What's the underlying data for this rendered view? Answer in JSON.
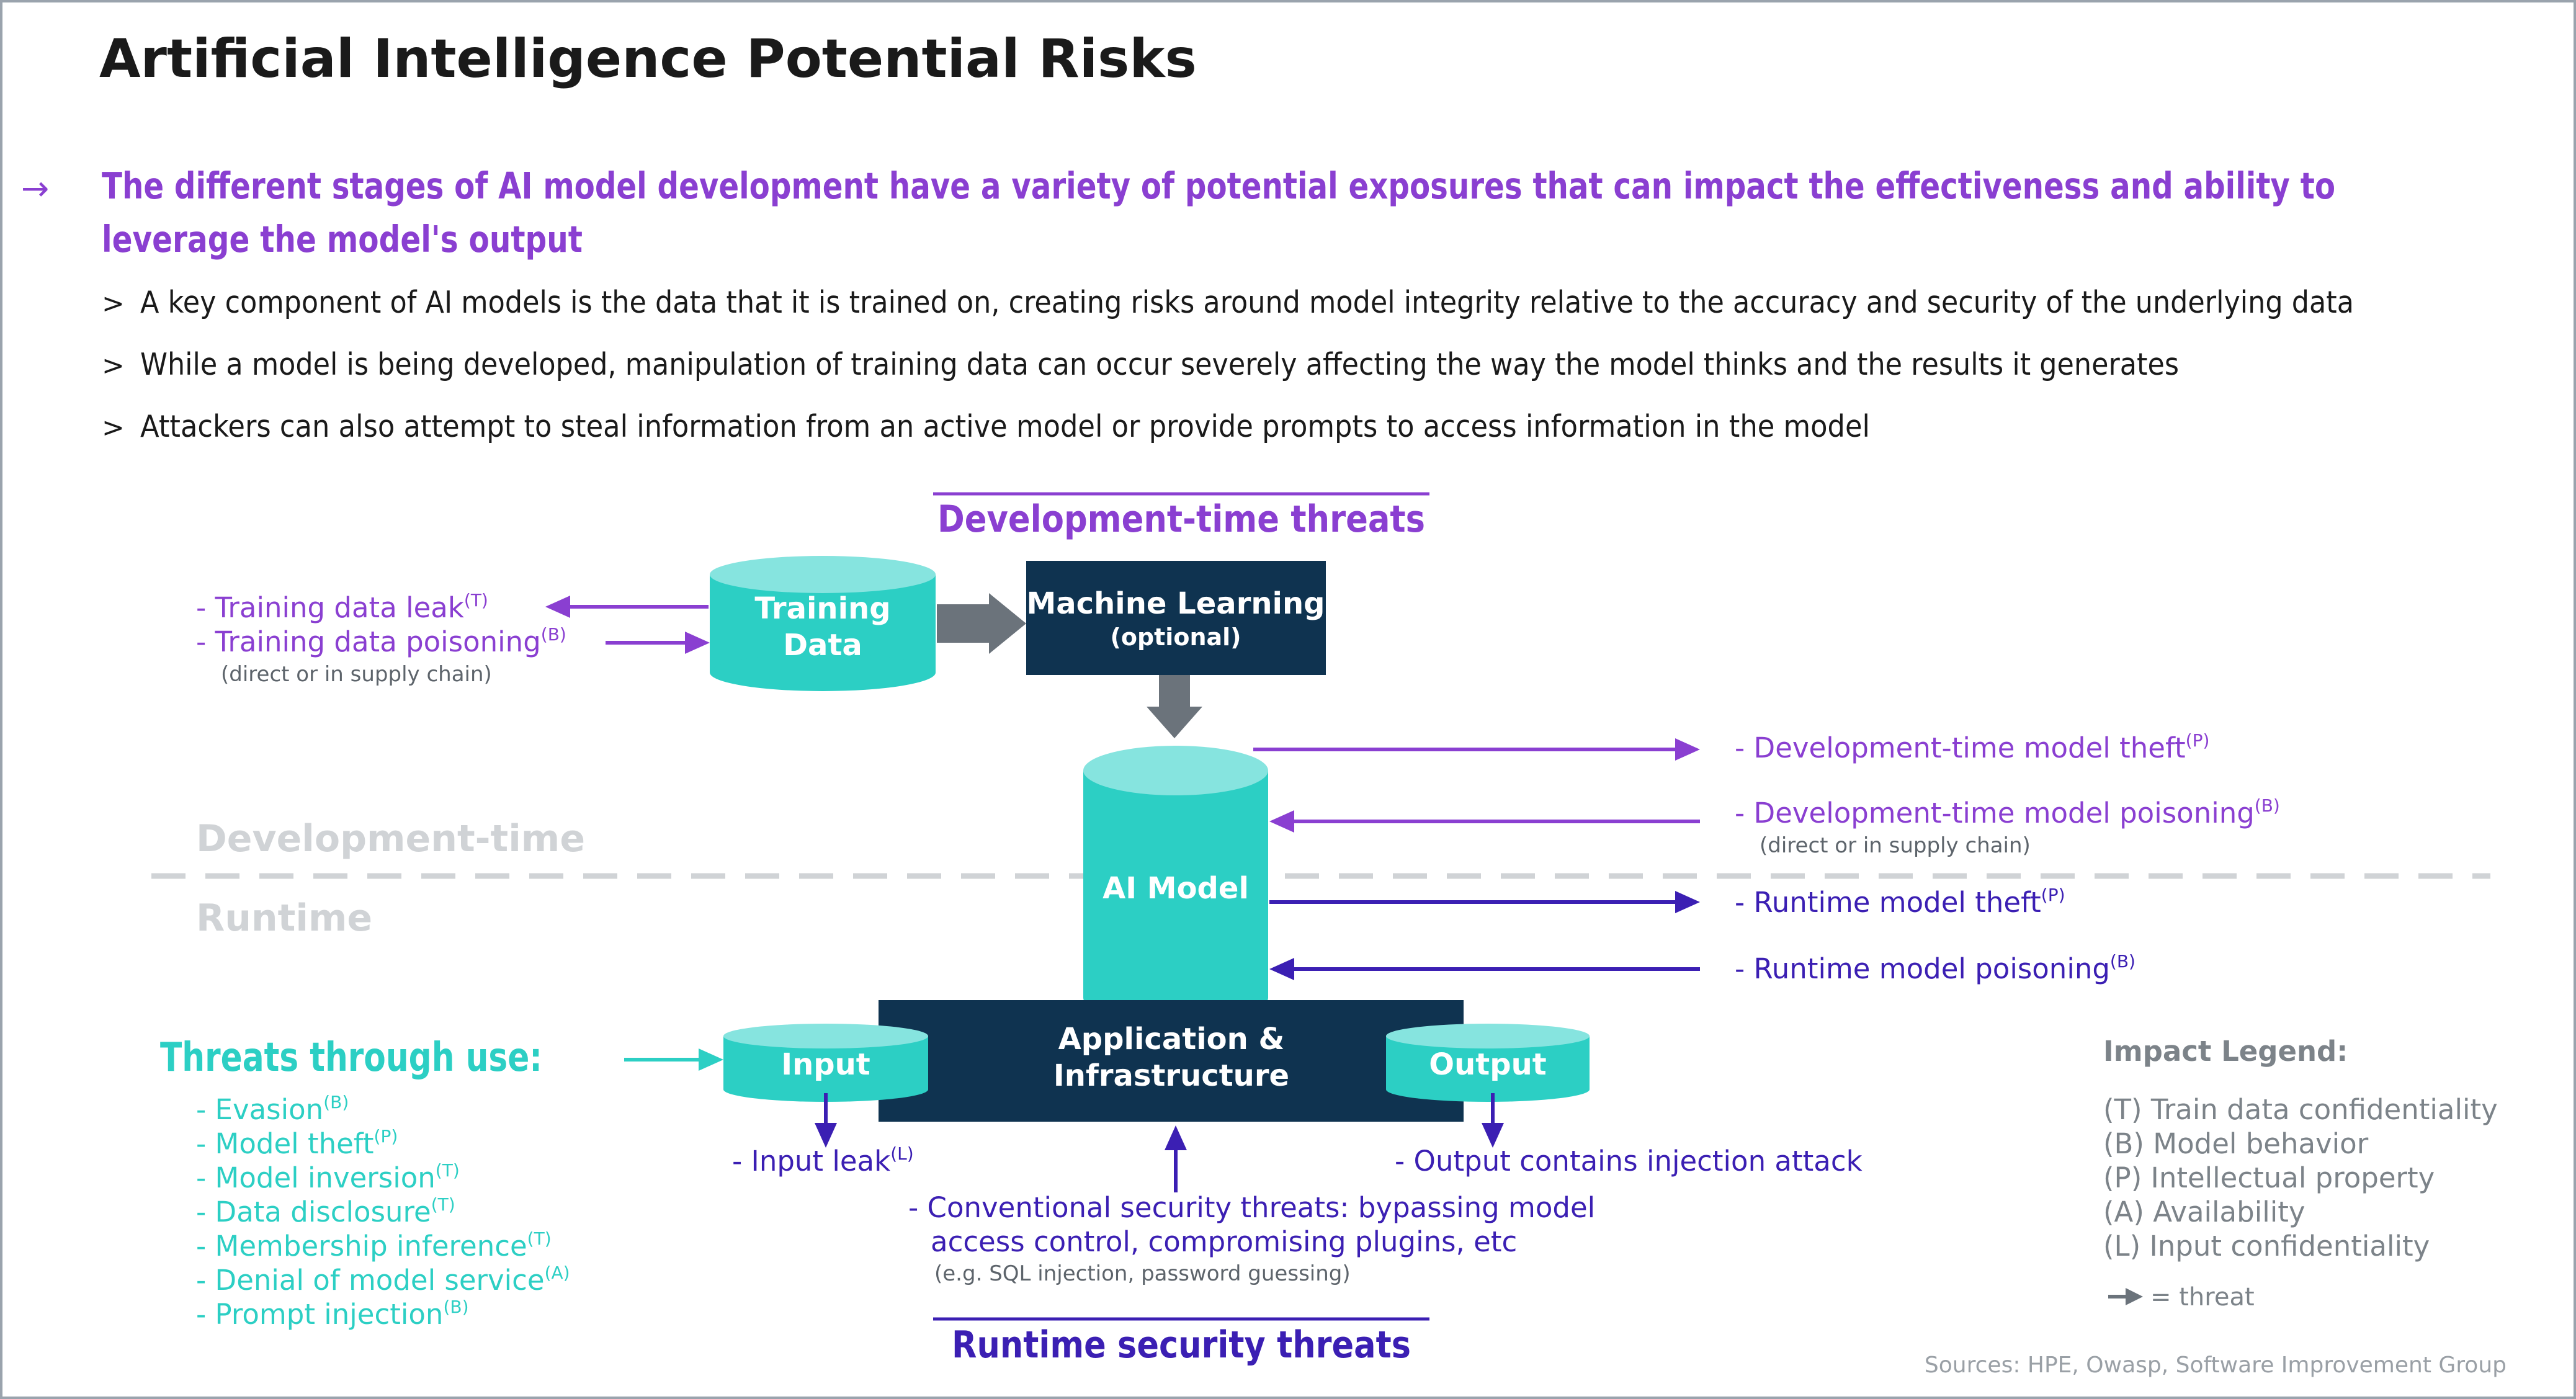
{
  "title": "Artificial Intelligence Potential Risks",
  "headline": {
    "arrow": "→",
    "line1": "The different stages of AI model development have a variety of potential exposures that can impact the effectiveness and ability to",
    "line2": "leverage the model's output"
  },
  "bullets": [
    {
      "marker": ">",
      "text": "A key component of AI models is the data that it is trained on, creating risks around model integrity relative to the accuracy and security of the underlying data"
    },
    {
      "marker": ">",
      "text": "While a model is being developed, manipulation of training data can occur severely affecting the way the model thinks and the results it generates"
    },
    {
      "marker": ">",
      "text": "Attackers can also attempt to steal information from an active model or provide prompts to access information in the model"
    }
  ],
  "sections": {
    "dev_threats": "Development-time threats",
    "runtime_threats": "Runtime security threats",
    "dev_time": "Development-time",
    "runtime": "Runtime",
    "use_threats": "Threats through use:"
  },
  "nodes": {
    "training_data": [
      "Training",
      "Data"
    ],
    "ml": "Machine Learning",
    "ml_sub": "(optional)",
    "ai_model": "AI Model",
    "app": [
      "Application &",
      "Infrastructure"
    ],
    "input": "Input",
    "output": "Output"
  },
  "threats": {
    "training_leak": {
      "text": "- Training data leak",
      "sup": "(T)"
    },
    "training_poison": {
      "text": "- Training data poisoning",
      "sup": "(B)"
    },
    "training_poison_note": "(direct or in supply chain)",
    "dev_theft": {
      "text": "- Development-time model theft",
      "sup": "(P)"
    },
    "dev_poison": {
      "text": "- Development-time model poisoning",
      "sup": "(B)"
    },
    "dev_poison_note": "(direct or in supply chain)",
    "rt_theft": {
      "text": "- Runtime model theft",
      "sup": "(P)"
    },
    "rt_poison": {
      "text": "- Runtime model poisoning",
      "sup": "(B)"
    },
    "input_leak": {
      "text": "- Input leak",
      "sup": "(L)"
    },
    "output_injection": "- Output contains injection attack",
    "conventional": [
      "- Conventional security threats: bypassing model",
      "access control, compromising plugins, etc"
    ],
    "conventional_note": "(e.g. SQL injection, password guessing)"
  },
  "use_threats": [
    {
      "text": "- Evasion",
      "sup": "(B)"
    },
    {
      "text": "- Model theft",
      "sup": "(P)"
    },
    {
      "text": "- Model inversion",
      "sup": "(T)"
    },
    {
      "text": "- Data disclosure",
      "sup": "(T)"
    },
    {
      "text": "- Membership inference",
      "sup": "(T)"
    },
    {
      "text": "- Denial of model service",
      "sup": "(A)"
    },
    {
      "text": "- Prompt injection",
      "sup": "(B)"
    }
  ],
  "legend": {
    "title": "Impact Legend:",
    "items": [
      "(T) Train data confidentiality",
      "(B) Model behavior",
      "(P) Intellectual property",
      "(A) Availability",
      "(L) Input confidentiality"
    ],
    "arrow_label": "= threat"
  },
  "sources": "Sources: HPE, Owasp, Software Improvement Group",
  "colors": {
    "title": "#1a1a1a",
    "purple": "#8a3fd1",
    "indigo": "#3b1fb3",
    "teal": "#2ccfc4",
    "teal_light": "#86e4df",
    "navy": "#0f3350",
    "gray_arrow": "#6b737b",
    "gray_text": "#7c8389",
    "light_gray": "#d0d3d6"
  }
}
